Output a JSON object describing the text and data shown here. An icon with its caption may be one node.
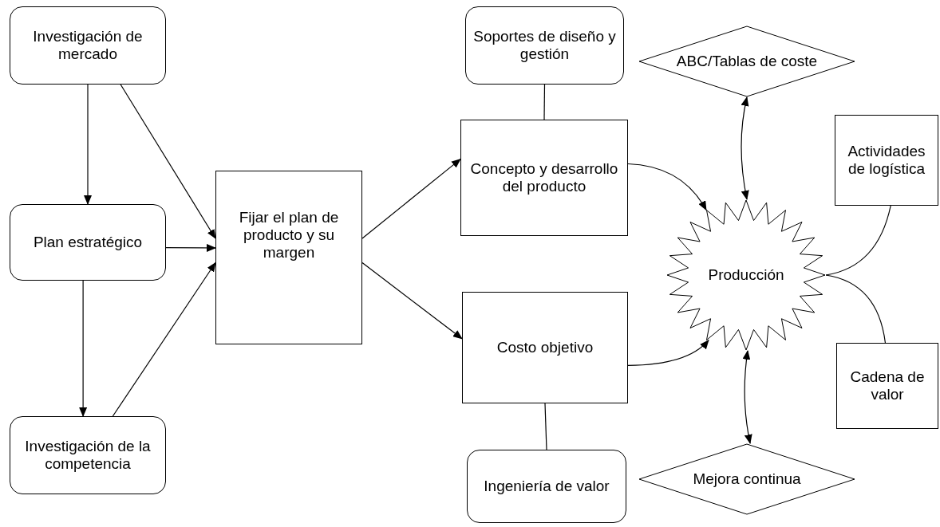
{
  "diagram": {
    "nodes": [
      {
        "text": [
          "Investigación de mercado"
        ]
      },
      {
        "text": [
          "Plan estratégico"
        ]
      },
      {
        "text": [
          "Investigación de la competencia"
        ]
      },
      {
        "text": [
          "Fijar el plan de producto y su margen"
        ]
      },
      {
        "text": [
          "Soportes de diseño y gestión"
        ]
      },
      {
        "text": [
          "Concepto y desarrollo del producto"
        ]
      },
      {
        "text": [
          "Costo objetivo"
        ]
      },
      {
        "text": [
          "Ingeniería de valor"
        ]
      },
      {
        "text": [
          "ABC/Tablas de coste"
        ]
      },
      {
        "text": [
          "Producción"
        ]
      },
      {
        "text": [
          "Actividades de logística"
        ]
      },
      {
        "text": [
          "Cadena de valor"
        ]
      },
      {
        "text": [
          "Mejora continua"
        ]
      }
    ],
    "edges": [
      {
        "from": 0,
        "to": 1,
        "arrow": "to"
      },
      {
        "from": 0,
        "to": 3,
        "arrow": "to"
      },
      {
        "from": 1,
        "to": 3,
        "arrow": "to"
      },
      {
        "from": 1,
        "to": 2,
        "arrow": "to"
      },
      {
        "from": 2,
        "to": 3,
        "arrow": "to"
      },
      {
        "from": 3,
        "to": 5,
        "arrow": "to"
      },
      {
        "from": 3,
        "to": 6,
        "arrow": "to"
      },
      {
        "from": 4,
        "to": 5,
        "arrow": "none"
      },
      {
        "from": 6,
        "to": 7,
        "arrow": "none"
      },
      {
        "from": 5,
        "to": 9,
        "arrow": "to"
      },
      {
        "from": 6,
        "to": 9,
        "arrow": "to"
      },
      {
        "from": 8,
        "to": 9,
        "arrow": "both"
      },
      {
        "from": 9,
        "to": 12,
        "arrow": "both"
      },
      {
        "from": 10,
        "to": 9,
        "arrow": "none"
      },
      {
        "from": 11,
        "to": 9,
        "arrow": "none"
      }
    ]
  }
}
